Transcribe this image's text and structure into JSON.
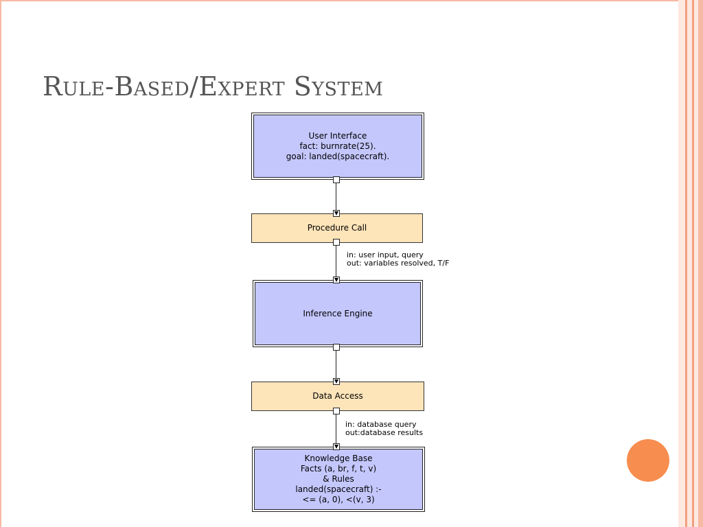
{
  "slide": {
    "title": "Rule-Based/Expert System"
  },
  "diagram": {
    "nodes": {
      "user_interface": [
        "User Interface",
        "fact: burnrate(25).",
        "goal: landed(spacecraft)."
      ],
      "procedure_call": [
        "Procedure Call"
      ],
      "inference_engine": [
        "Inference Engine"
      ],
      "data_access": [
        "Data Access"
      ],
      "knowledge_base": [
        "Knowledge Base",
        "Facts (a, br, f, t, v)",
        "& Rules",
        "landed(spacecraft) :-",
        "<= (a, 0), <(v, 3)"
      ]
    },
    "edges": {
      "procedure_to_inference": [
        "in: user input, query",
        "out: variables resolved, T/F"
      ],
      "data_to_knowledge": [
        "in: database query",
        "out:database results"
      ]
    }
  },
  "colors": {
    "blue_box": "#c4c7fc",
    "tan_box": "#fde4b9",
    "accent": "#f78d4e"
  }
}
